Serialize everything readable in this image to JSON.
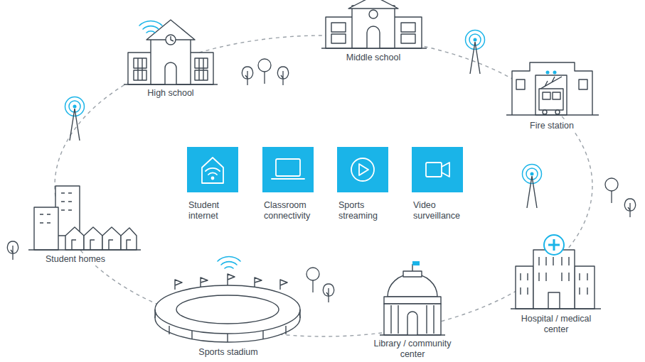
{
  "diagram": {
    "labels": [
      "High school",
      "Middle school",
      "Fire station",
      "Hospital / medical center",
      "Library / community center",
      "Sports stadium",
      "Student homes",
      "Student internet",
      "Classroom connectivity",
      "Sports streaming",
      "Video surveillance"
    ]
  }
}
